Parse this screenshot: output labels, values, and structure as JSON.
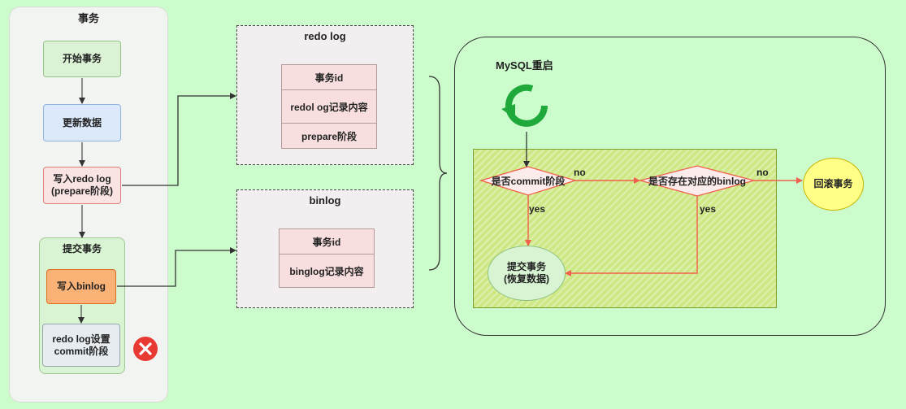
{
  "transaction": {
    "title": "事务",
    "start": "开始事务",
    "update": "更新数据",
    "write_redo": "写入redo log\n(prepare阶段)",
    "commit_group": "提交事务",
    "write_binlog": "写入binlog",
    "redo_commit": "redo log设置\ncommit阶段"
  },
  "redo_log": {
    "title": "redo log",
    "rows": [
      "事务id",
      "redol og记录内容",
      "prepare阶段"
    ]
  },
  "binlog": {
    "title": "binlog",
    "rows": [
      "事务id",
      "binglog记录内容"
    ]
  },
  "recovery": {
    "title": "MySQL重启",
    "decision_commit": "是否commit阶段",
    "decision_binlog": "是否存在对应的binlog",
    "no_label": "no",
    "yes_label": "yes",
    "rollback": "回滚事务",
    "commit_recover": "提交事务\n(恢复数据)"
  },
  "colors": {
    "background": "#ccfccc",
    "arrow_red": "#f0604c",
    "restart_icon": "#1fa93a",
    "error_icon": "#e83a32",
    "rollback_fill": "#ffff88"
  }
}
